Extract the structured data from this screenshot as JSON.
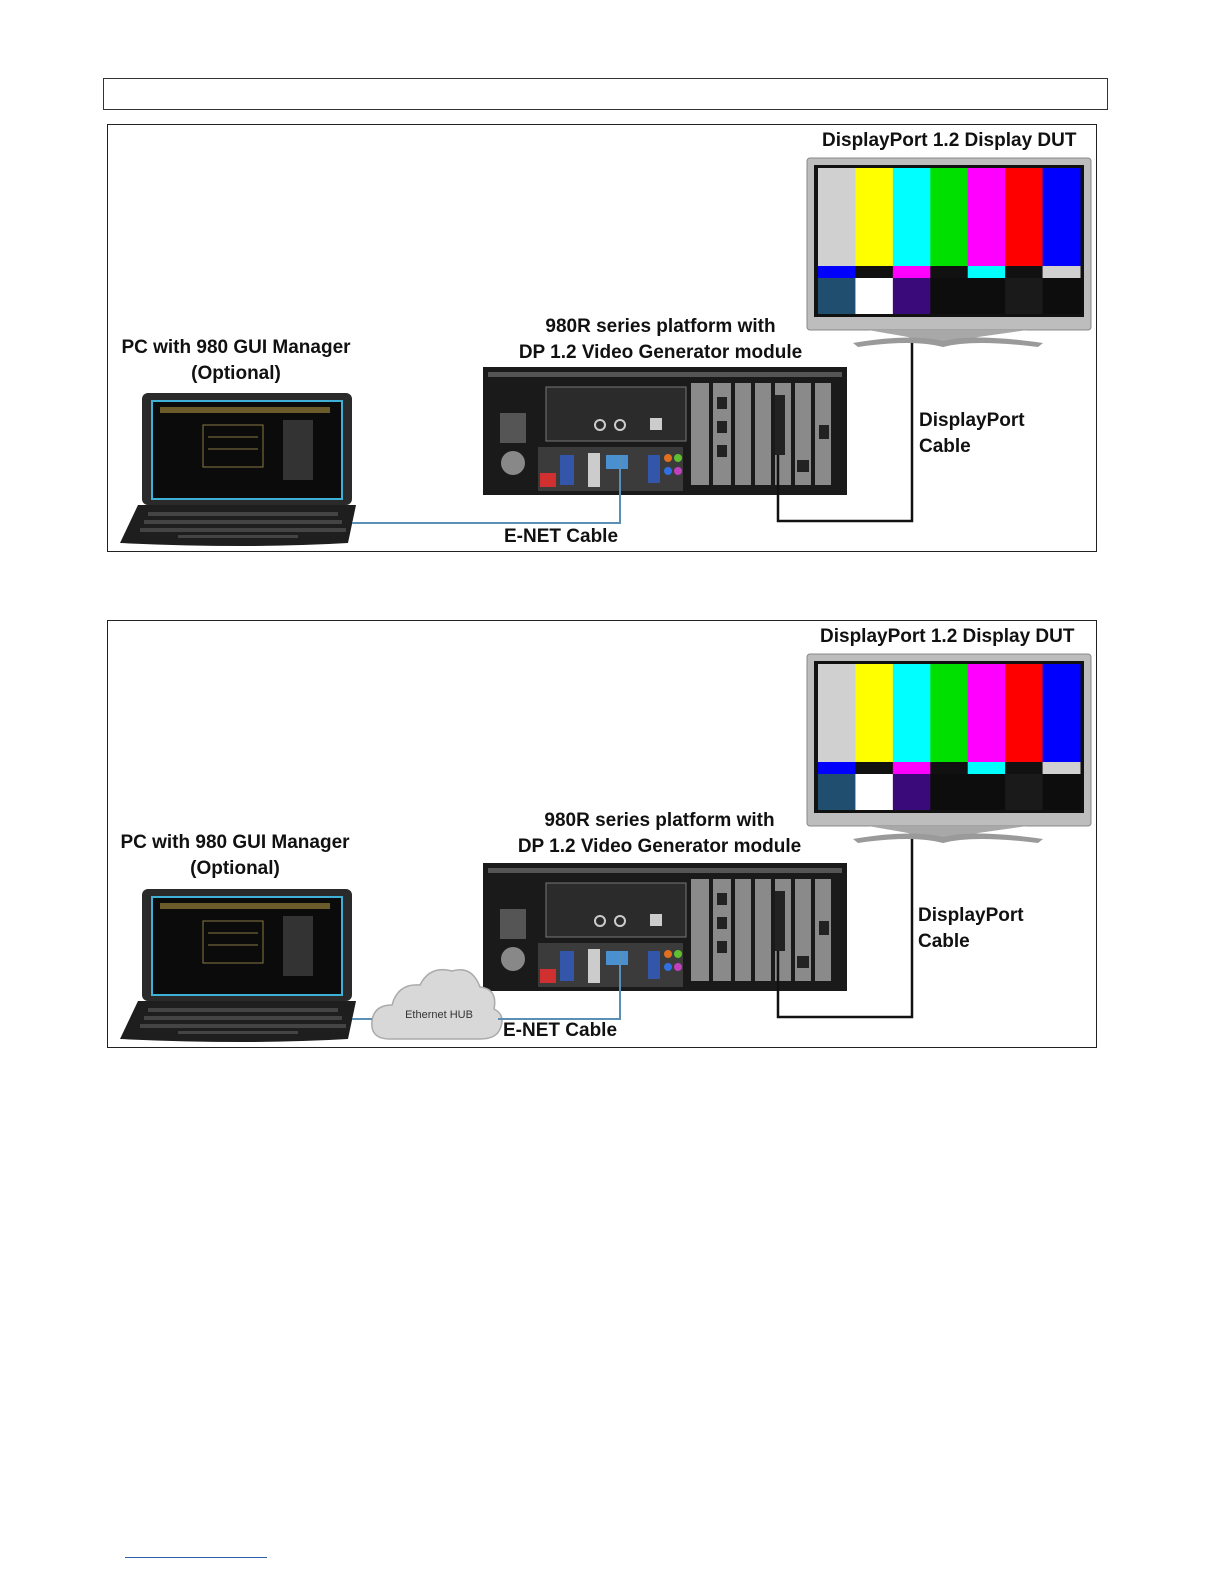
{
  "panels": [
    {
      "display_label": "DisplayPort 1.2 Display DUT",
      "pc_label_line1": "PC with 980 GUI Manager",
      "pc_label_line2": "(Optional)",
      "platform_label_line1": "980R series platform with",
      "platform_label_line2": "DP 1.2 Video Generator module",
      "dp_cable_line1": "DisplayPort",
      "dp_cable_line2": "Cable",
      "enet_cable_label": "E-NET Cable",
      "hub_label": ""
    },
    {
      "display_label": "DisplayPort 1.2 Display DUT",
      "pc_label_line1": "PC with 980 GUI Manager",
      "pc_label_line2": "(Optional)",
      "platform_label_line1": "980R series platform with",
      "platform_label_line2": "DP 1.2 Video Generator module",
      "dp_cable_line1": "DisplayPort",
      "dp_cable_line2": "Cable",
      "enet_cable_label": "E-NET Cable",
      "hub_label": "Ethernet HUB"
    }
  ],
  "colors": {
    "bar_top": [
      "#d0d0d0",
      "#ffff00",
      "#00ffff",
      "#00e000",
      "#ff00ff",
      "#ff0000",
      "#0000ff"
    ],
    "bar_mid": [
      "#0000ff",
      "#111111",
      "#ff00ff",
      "#111111",
      "#00ffff",
      "#111111",
      "#d0d0d0"
    ],
    "bar_bottom": [
      "#1f4e6e",
      "#ffffff",
      "#3a0a7a",
      "#0d0d0d",
      "#0d0d0d",
      "#1a1a1a",
      "#0d0d0d"
    ],
    "enet_cable": "#5b8fb5",
    "dp_cable": "#111111"
  }
}
